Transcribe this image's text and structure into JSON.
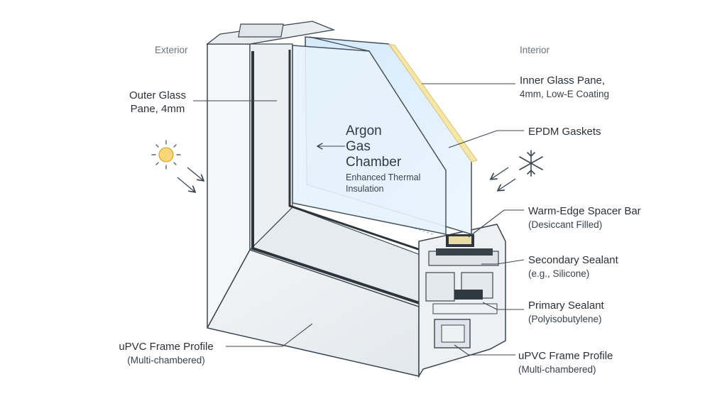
{
  "side_labels": {
    "exterior": "Exterior",
    "interior": "Interior"
  },
  "callouts": {
    "outer_glass": {
      "line1": "Outer Glass",
      "line2": "Pane, 4mm"
    },
    "argon": {
      "line1": "Argon",
      "line2": "Gas",
      "line3": "Chamber",
      "sub1": "Enhanced Thermal",
      "sub2": "Insulation"
    },
    "inner_glass": {
      "line1": "Inner Glass Pane,",
      "line2": "4mm, Low-E Coating"
    },
    "gaskets": {
      "line1": "EPDM Gaskets"
    },
    "spacer": {
      "line1": "Warm-Edge Spacer Bar",
      "line2": "(Desiccant Filled)"
    },
    "secondary": {
      "line1": "Secondary Sealant",
      "line2": "(e.g., Silicone)"
    },
    "primary": {
      "line1": "Primary Sealant",
      "line2": "(Polyisobutylene)"
    },
    "frame_left": {
      "line1": "uPVC Frame Profile",
      "line2": "(Multi-chambered)"
    },
    "frame_right": {
      "line1": "uPVC Frame Profile",
      "line2": "(Multi-chambered)"
    }
  },
  "icons": {
    "sun": "sun-icon",
    "snowflake": "snowflake-icon"
  },
  "colors": {
    "frame": "#eef1f3",
    "frame_shade": "#dde3e7",
    "outline": "#3c4650",
    "glass": "#dcefff",
    "low_e": "#f6e7a6",
    "sun": "#f7d77a"
  }
}
